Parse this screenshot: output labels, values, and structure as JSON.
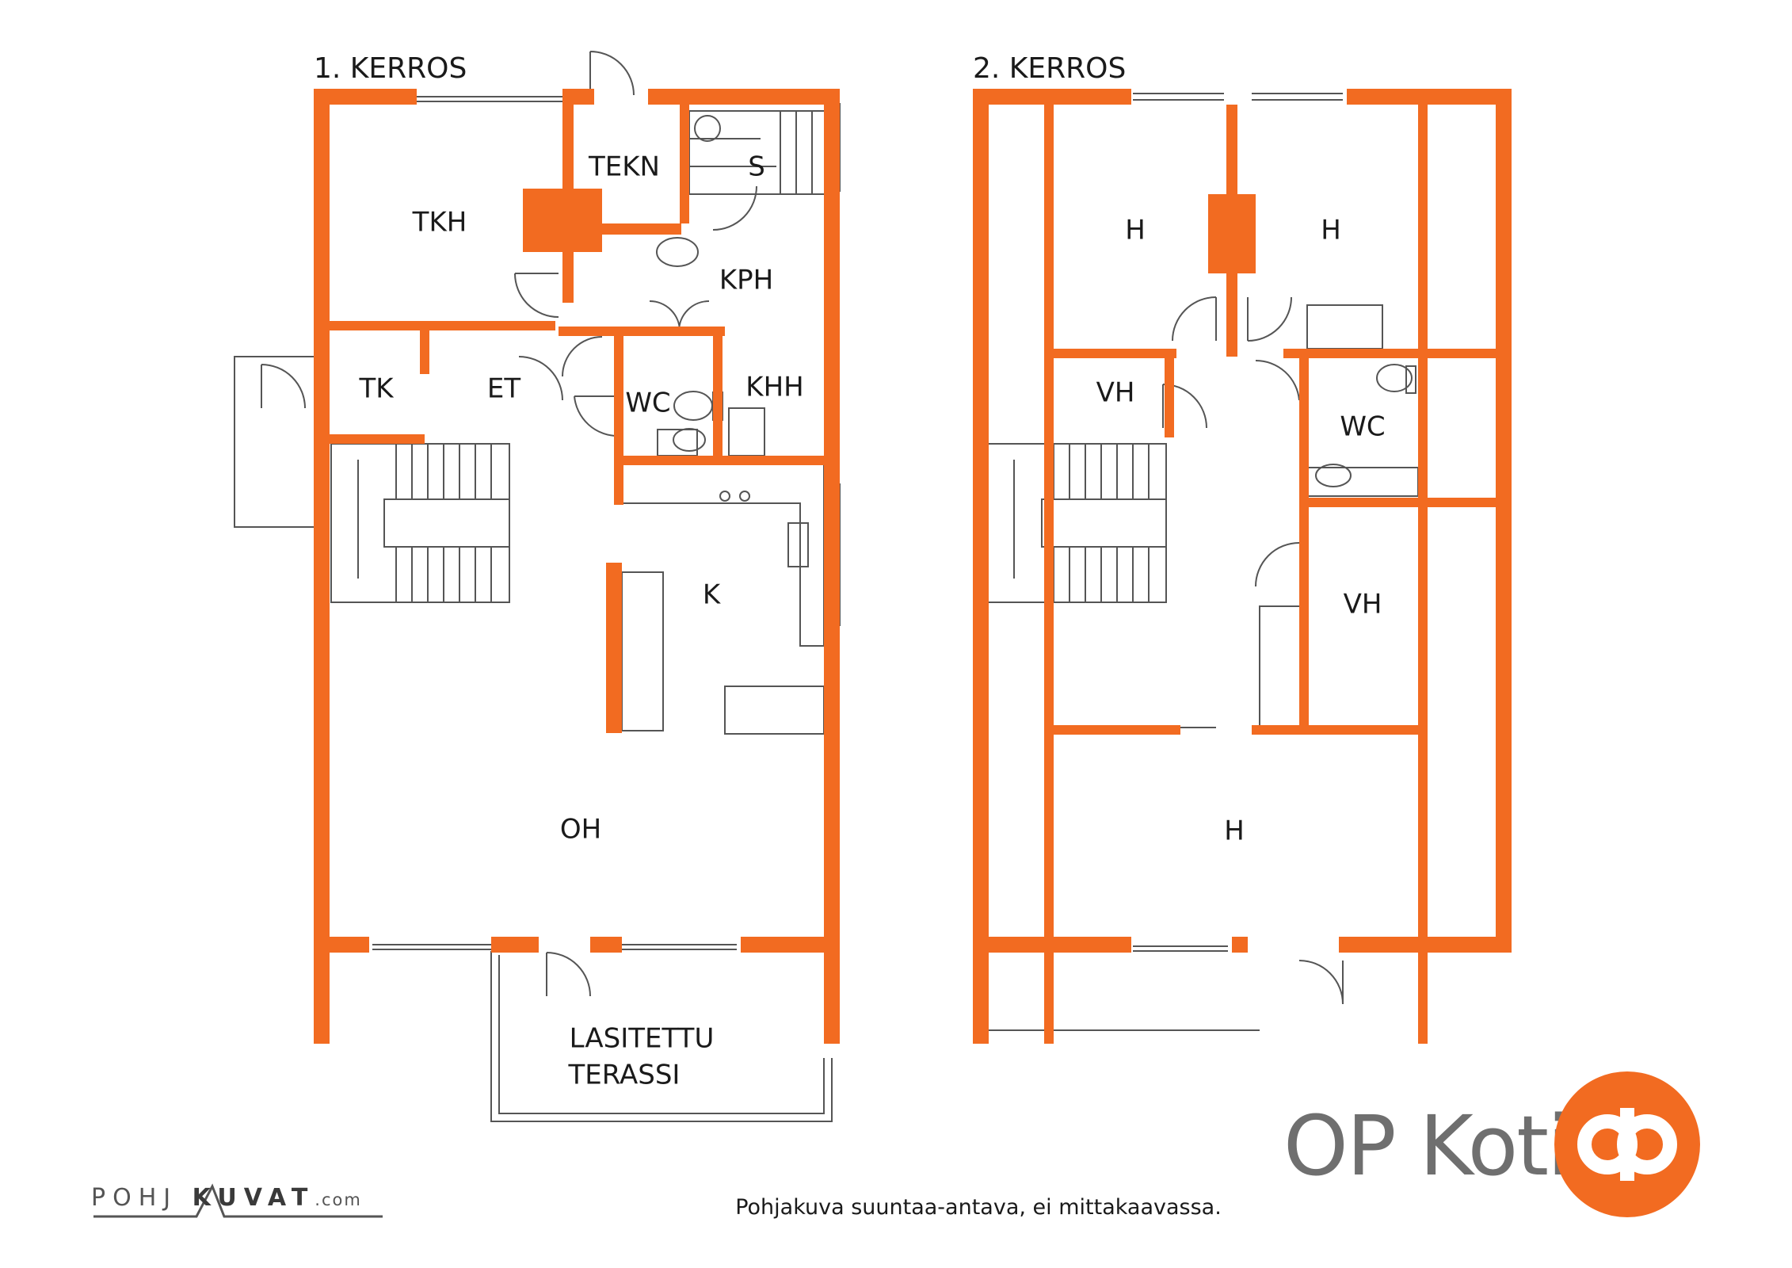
{
  "floors": [
    {
      "title": "1. KERROS",
      "rooms": [
        "TEKN",
        "S",
        "TKH",
        "KPH",
        "TK",
        "ET",
        "WC",
        "KHH",
        "K",
        "OH",
        "LASITETTU",
        "TERASSI"
      ]
    },
    {
      "title": "2. KERROS",
      "rooms": [
        "H",
        "H",
        "VH",
        "WC",
        "VH",
        "H"
      ]
    }
  ],
  "footnote": "Pohjakuva suuntaa-antava, ei mittakaavassa.",
  "watermark": {
    "left": "POHJ",
    "right": "KUVAT",
    "suffix": ".com"
  },
  "brand": {
    "name": "OP Koti",
    "color": "#f26b21"
  },
  "colors": {
    "wall": "#f26b21",
    "line": "#555555",
    "text": "#1a1a1a"
  }
}
